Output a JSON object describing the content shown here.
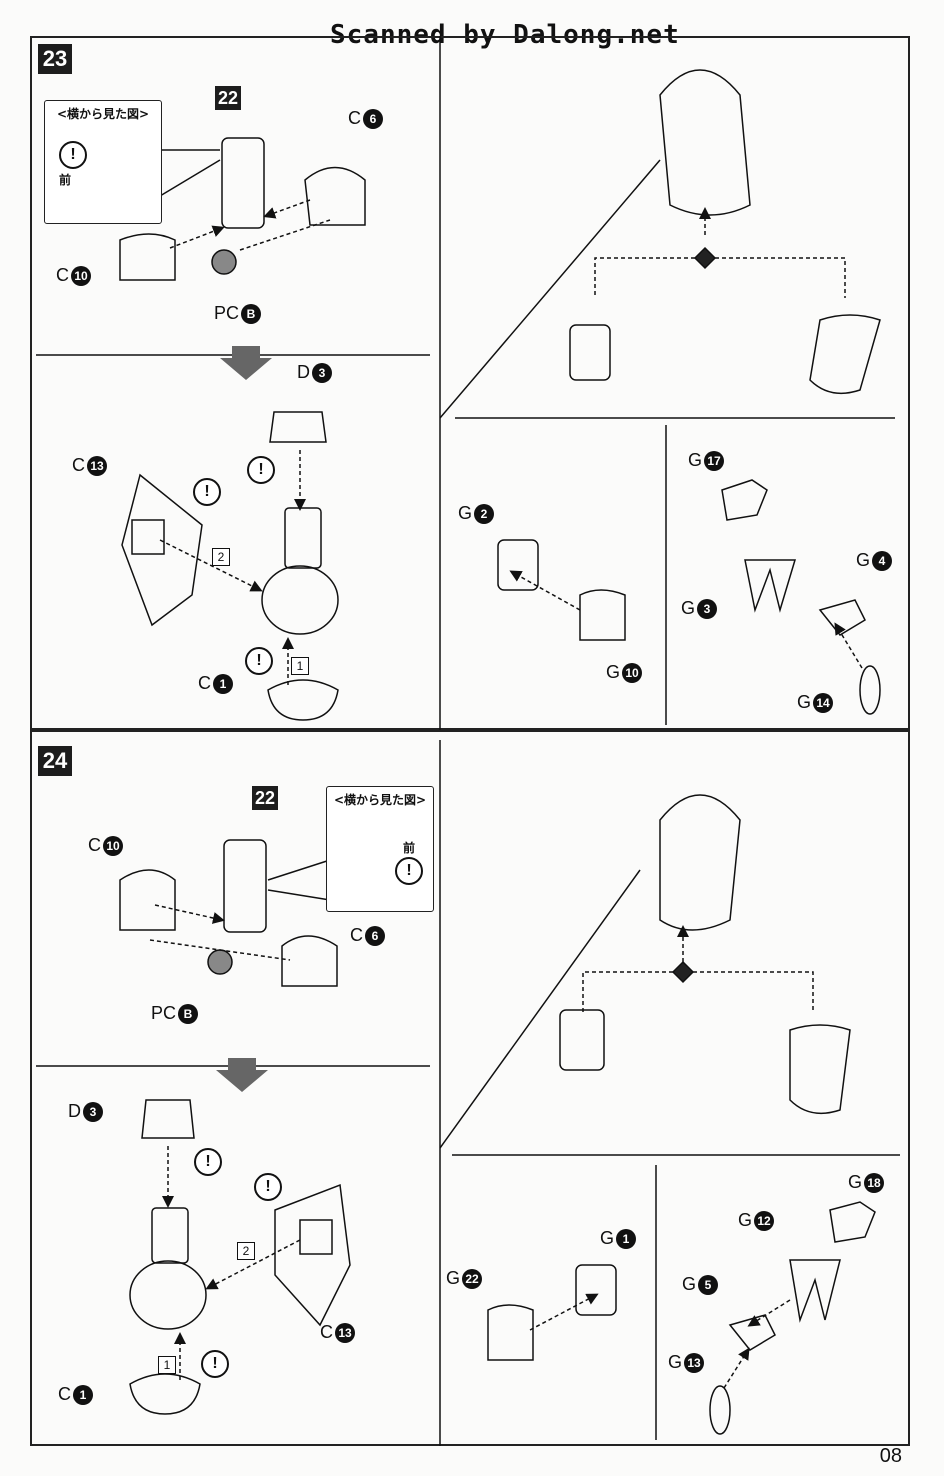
{
  "header": {
    "scan_credit": "Scanned by Dalong.net"
  },
  "side_view_label": "<横から見た図>",
  "front_label": "前",
  "caution_mark": "!",
  "steps": [
    {
      "number": "23",
      "ref_subassembly": "22",
      "parts_top": [
        {
          "label": "C",
          "num": "6"
        },
        {
          "label": "C",
          "num": "10"
        },
        {
          "label": "PC",
          "num": "B"
        }
      ],
      "parts_mid": [
        {
          "label": "D",
          "num": "3"
        },
        {
          "label": "C",
          "num": "13"
        },
        {
          "label": "C",
          "num": "1"
        }
      ],
      "order_marks": [
        "1",
        "2"
      ],
      "right_parts_left": [
        {
          "label": "G",
          "num": "2"
        },
        {
          "label": "G",
          "num": "10"
        }
      ],
      "right_parts_right": [
        {
          "label": "G",
          "num": "17"
        },
        {
          "label": "G",
          "num": "4"
        },
        {
          "label": "G",
          "num": "3"
        },
        {
          "label": "G",
          "num": "14"
        }
      ]
    },
    {
      "number": "24",
      "ref_subassembly": "22",
      "parts_top": [
        {
          "label": "C",
          "num": "10"
        },
        {
          "label": "C",
          "num": "6"
        },
        {
          "label": "PC",
          "num": "B"
        }
      ],
      "parts_mid": [
        {
          "label": "D",
          "num": "3"
        },
        {
          "label": "C",
          "num": "13"
        },
        {
          "label": "C",
          "num": "1"
        }
      ],
      "order_marks": [
        "1",
        "2"
      ],
      "right_parts_left": [
        {
          "label": "G",
          "num": "1"
        },
        {
          "label": "G",
          "num": "22"
        }
      ],
      "right_parts_right": [
        {
          "label": "G",
          "num": "18"
        },
        {
          "label": "G",
          "num": "12"
        },
        {
          "label": "G",
          "num": "5"
        },
        {
          "label": "G",
          "num": "13"
        }
      ]
    }
  ],
  "page_number": "08"
}
